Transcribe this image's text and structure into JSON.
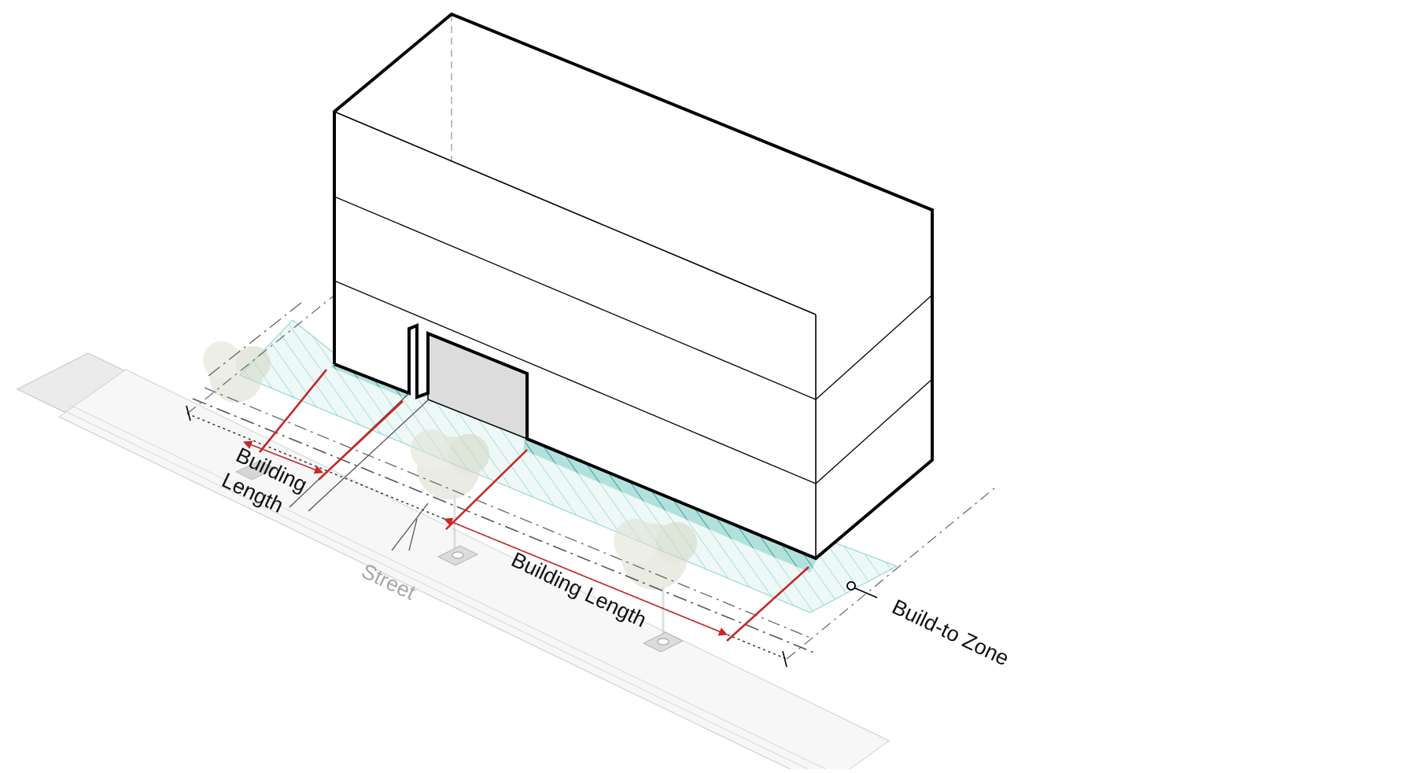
{
  "labels": {
    "building_length_left_line1": "Building",
    "building_length_left_line2": "Length",
    "building_length_right": "Building Length",
    "build_to_zone": "Build-to Zone",
    "street": "Street"
  },
  "colors": {
    "zone_fill": "#1aa39b",
    "dimension_line": "#c62828",
    "building_outline": "#000000",
    "street_fill": "#ebebeb",
    "sidewalk_fill": "#f7f7f7",
    "recess_fill": "#dcdcdc"
  },
  "icons": {
    "tree": "tree-icon",
    "tree_grate": "tree-grate-icon",
    "leader_marker": "leader-circle-icon"
  }
}
